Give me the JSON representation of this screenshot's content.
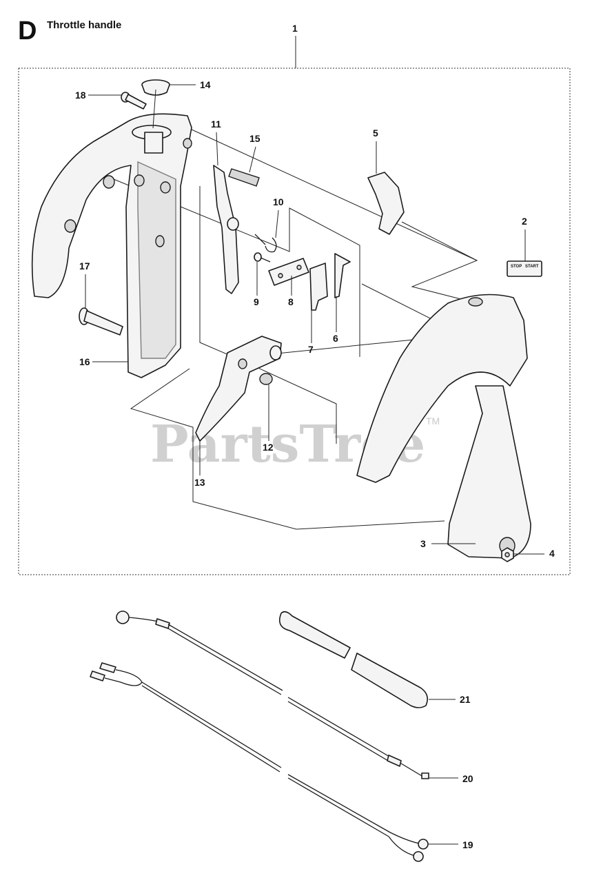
{
  "header": {
    "section_letter": "D",
    "title": "Throttle handle"
  },
  "callouts": [
    "1",
    "2",
    "3",
    "4",
    "5",
    "6",
    "7",
    "8",
    "9",
    "10",
    "11",
    "12",
    "13",
    "14",
    "15",
    "16",
    "17",
    "18",
    "19",
    "20",
    "21"
  ],
  "sticker": {
    "stop": "STOP",
    "start": "START"
  },
  "watermark": {
    "text": "PartsTree",
    "tm": "TM"
  }
}
